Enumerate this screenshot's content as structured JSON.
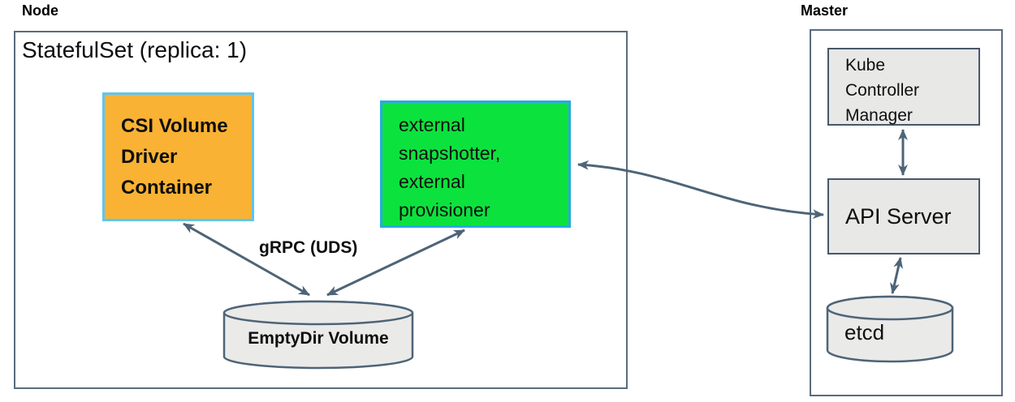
{
  "node": {
    "label": "Node",
    "statefulset_title": "StatefulSet (replica: 1)",
    "csi_box": {
      "lines": [
        "CSI Volume",
        "Driver",
        "Container"
      ]
    },
    "external_box": {
      "lines": [
        "external",
        "snapshotter,",
        "external",
        "provisioner"
      ]
    },
    "grpc_label": "gRPC (UDS)",
    "emptydir_label": "EmptyDir Volume"
  },
  "master": {
    "label": "Master",
    "kcm_box": {
      "lines": [
        "Kube",
        "Controller",
        "Manager"
      ]
    },
    "api_server_label": "API Server",
    "etcd_label": "etcd"
  },
  "colors": {
    "csi_fill": "#f9b233",
    "csi_border": "#5ec5f1",
    "external_fill": "#0ce23e",
    "external_border": "#29a9e1",
    "gray_fill": "#e8e8e7",
    "cylinder_fill": "#eaeae9",
    "slate": "#4e6477",
    "box_border": "#5b6b7c"
  }
}
